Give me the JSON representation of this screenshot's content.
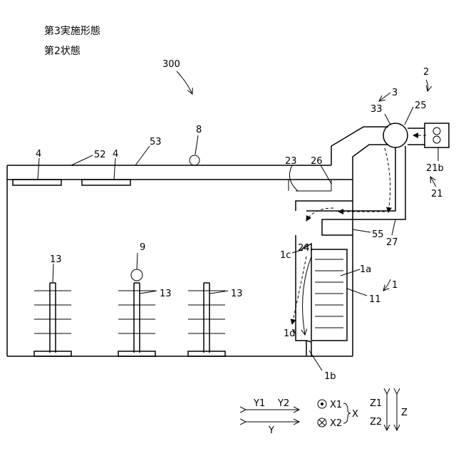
{
  "headings": {
    "line1": "第3実施形態",
    "line2": "第2状態"
  },
  "labels": {
    "n300": "300",
    "n2": "2",
    "n3": "3",
    "n33": "33",
    "n25": "25",
    "n8": "8",
    "n53": "53",
    "n52": "52",
    "n4a": "4",
    "n4b": "4",
    "n23": "23",
    "n26": "26",
    "n21b": "21b",
    "n21": "21",
    "n55": "55",
    "n27": "27",
    "n24": "24",
    "n1c": "1c",
    "n1a": "1a",
    "n1": "1",
    "n11": "11",
    "n1d": "1d",
    "n1b": "1b",
    "n9": "9",
    "n13a": "13",
    "n13b": "13",
    "n13c": "13"
  },
  "legend": {
    "y1": "Y1",
    "y2": "Y2",
    "y": "Y",
    "x1": "X1",
    "x2": "X2",
    "x": "X",
    "z1": "Z1",
    "z2": "Z2",
    "z": "Z"
  }
}
